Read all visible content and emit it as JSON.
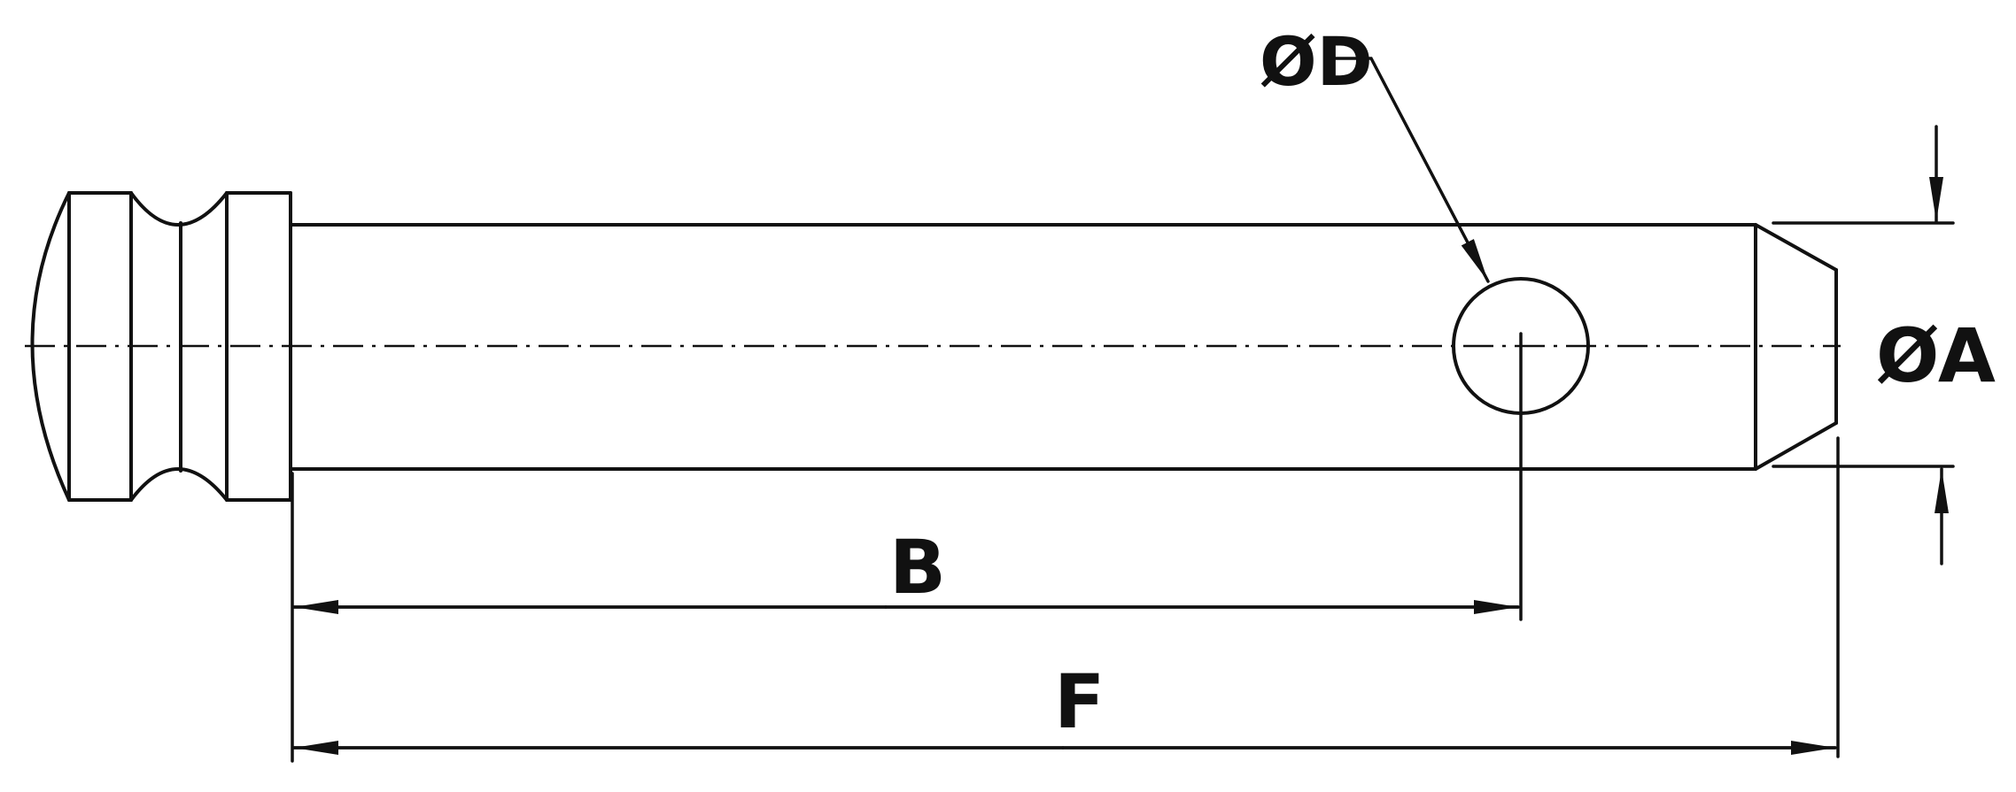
{
  "labels": {
    "dia_d": "ØD",
    "dia_a": "ØA",
    "b": "B",
    "f": "F"
  },
  "colors": {
    "line": "#111111",
    "background": "#ffffff"
  }
}
